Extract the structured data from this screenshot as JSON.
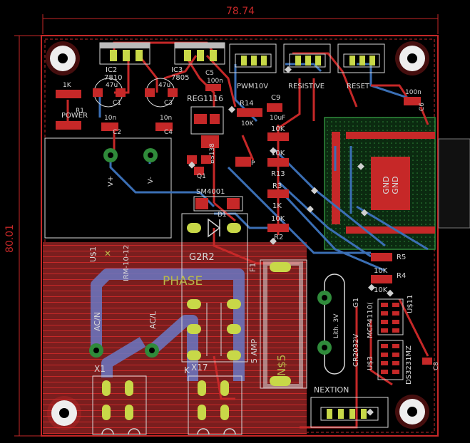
{
  "dimensions": {
    "width": "78.74",
    "height": "80.01"
  },
  "colors": {
    "background": "#000000",
    "top_copper": "#c62828",
    "bottom_copper": "#3b6fb5",
    "pour_bottom": "#6a78c4",
    "pad": "#c8d848",
    "silk": "#d8d8d8",
    "phase_text": "#b8b84a",
    "via": "#d0d0d0",
    "highlight": "#2f8a3a"
  },
  "labels": {
    "ic2": "IC2",
    "ic2_part": "7810",
    "ic3": "IC3",
    "ic3_part": "7805",
    "c5": "C5",
    "c5_val": "100n",
    "reg": "REG1116",
    "pwm": "PWM10V",
    "resistive": "RESISTIVE",
    "reset": "RESET",
    "c9": "C9",
    "c9_val": "10uF",
    "r14": "R14",
    "r14_val": "10K",
    "r_1k": "1K",
    "r1": "R1",
    "power": "POWER",
    "c1_val": "47u",
    "c1": "C1",
    "c3_val": "47u",
    "c3": "C3",
    "c2_val": "10n",
    "c2": "C2",
    "c4_val": "10n",
    "c4": "C4",
    "bs": "BS138",
    "q1": "Q1",
    "k10a": "10K",
    "k10b": "10K",
    "r13": "R13",
    "r3": "R3",
    "k1": "1K",
    "k10c": "10K",
    "r2": "R2",
    "sm4001": "SM4001",
    "d1": "D1",
    "vplus": "V+",
    "vminus": "V-",
    "us1": "U$1",
    "irm": "IRM-10-12",
    "g2r2": "G2R2",
    "phase": "PHASE",
    "f1": "F1",
    "amp": "5 AMP",
    "ns": "N$5",
    "acn": "AC/N",
    "acl": "AC/L",
    "x1": "X1",
    "x17": "X17",
    "k": "K",
    "g1": "G1",
    "lith": "Lith. 3V",
    "cr2032": "CR2032V",
    "mcp": "MCP4110(",
    "ds": "DS3231MZ",
    "us3": "U$3",
    "us11": "U$11",
    "c8": "C8",
    "r5": "R5",
    "k10d": "10K",
    "r4": "R4",
    "k10e": "10K",
    "gnd1": "GND",
    "gnd2": "GND",
    "nextion": "NEXTION",
    "c_100n": "100n",
    "c6": "C6",
    "p": "P"
  }
}
